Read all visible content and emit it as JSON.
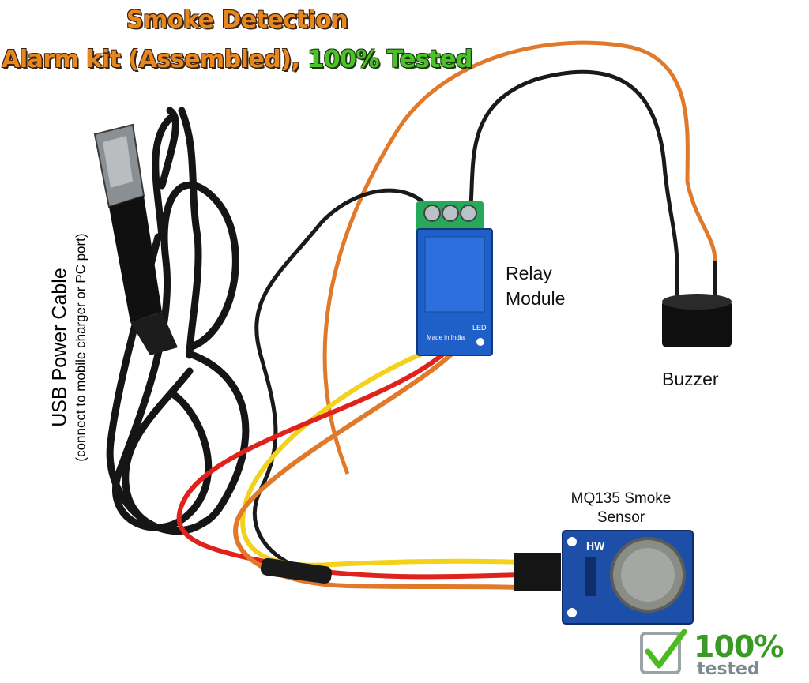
{
  "title": {
    "line1": "Smoke Detection",
    "line2_part1": "Alarm kit  (Assembled), ",
    "line2_part2": "100% Tested"
  },
  "labels": {
    "usb_title": "USB Power Cable",
    "usb_subtitle": "(connect to mobile charger or PC port)",
    "relay": "Relay Module",
    "buzzer": "Buzzer",
    "sensor": "MQ135 Smoke Sensor"
  },
  "board_text": {
    "relay_made": "Made in India",
    "relay_led": "LED",
    "sensor_hw": "HW"
  },
  "badge": {
    "percent": "100%",
    "word": "tested"
  },
  "colors": {
    "title_orange": "#e7871f",
    "title_green": "#4cc22a",
    "relay_blue": "#1f5fc8",
    "sensor_blue": "#1e4fa8",
    "wire_orange": "#e07a2a",
    "wire_yellow": "#f2d21a",
    "wire_red": "#e0221c",
    "wire_black": "#1a1a1a",
    "badge_green": "#3a9a25",
    "badge_gray": "#7c8a8d"
  }
}
